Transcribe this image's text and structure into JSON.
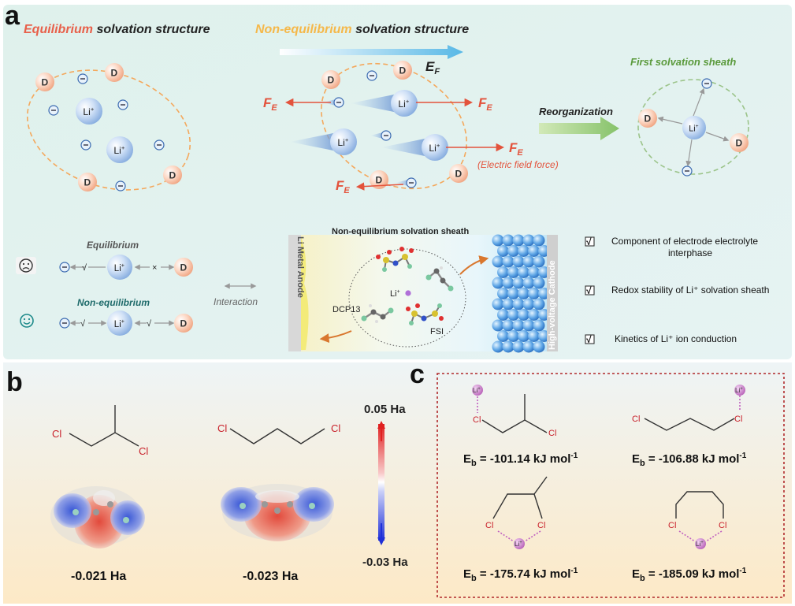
{
  "panel_labels": {
    "a": "a",
    "b": "b",
    "c": "c"
  },
  "panel_a": {
    "equilibrium_header": {
      "highlight": "Equilibrium",
      "rest": " solvation structure"
    },
    "nonequilibrium_header": {
      "highlight": "Non-equilibrium",
      "rest": " solvation structure"
    },
    "ef_label": "E",
    "ef_sub": "F",
    "fe_label": "F",
    "fe_sub": "E",
    "electric_field_force": "(Electric field force)",
    "reorganization": "Reorganization",
    "first_solvation_sheath": "First solvation sheath",
    "d": "D",
    "li": "Li",
    "li_sup": "+",
    "minus": "−",
    "equilibrium_label": "Equilibrium",
    "nonequilibrium_label": "Non-equilibrium",
    "check": "√",
    "cross": "×",
    "interaction": "Interaction",
    "li_metal_anode": "Li Metal Anode",
    "high_voltage_cathode": "High-voltage Cathode",
    "sheath_title": "Non-equilibrium solvation sheath",
    "dcp13": "DCP13",
    "fsi": "FSI",
    "benefits": [
      {
        "line1": "Component of electrode electrolyte",
        "line2": "interphase"
      },
      {
        "line1": "Redox stability of Li⁺ solvation sheath",
        "line2": ""
      },
      {
        "line1": "Kinetics of Li⁺ ion conduction",
        "line2": ""
      }
    ],
    "checkbox_glyph": "√"
  },
  "panel_b": {
    "cl": "Cl",
    "scale_top": "0.05 Ha",
    "scale_bottom": "-0.03 Ha",
    "values": [
      "-0.021 Ha",
      "-0.023 Ha"
    ]
  },
  "panel_c": {
    "eb": "E",
    "eb_sub": "b",
    "unit": " kJ mol",
    "unit_sup": "-1",
    "values": [
      "= -101.14",
      "= -106.88",
      "= -175.74",
      "= -185.09"
    ]
  },
  "colors": {
    "equilibrium": "#e8604a",
    "nonequilibrium": "#f5b84a",
    "force": "#e3533c",
    "sheath_green": "#5a9a3c",
    "dotted_box": "#b0282a",
    "li_purple": "#c060c0"
  }
}
